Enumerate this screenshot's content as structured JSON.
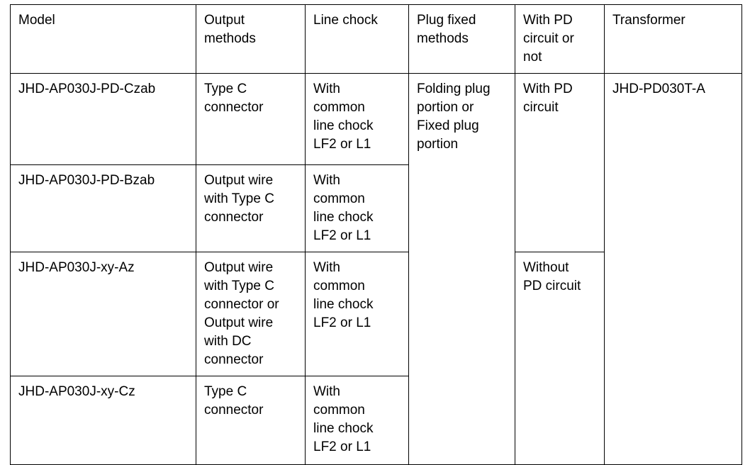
{
  "table": {
    "columns": [
      {
        "key": "model",
        "label": "Model"
      },
      {
        "key": "output",
        "label": "Output\nmethods"
      },
      {
        "key": "chock",
        "label": "Line chock"
      },
      {
        "key": "plug",
        "label": "Plug fixed\nmethods"
      },
      {
        "key": "pd",
        "label": "With PD\ncircuit or\nnot"
      },
      {
        "key": "trans",
        "label": "Transformer"
      }
    ],
    "rows": [
      {
        "model": "JHD-AP030J-PD-Czab",
        "output": "Type C\nconnector",
        "chock": "With\ncommon\nline chock\nLF2 or L1",
        "plug": "Folding plug\nportion or\nFixed plug\nportion",
        "pd": "With PD\ncircuit",
        "trans": "JHD-PD030T-A"
      },
      {
        "model": "JHD-AP030J-PD-Bzab",
        "output": "Output wire\nwith Type C\nconnector",
        "chock": "With\ncommon\nline chock\nLF2 or L1"
      },
      {
        "model": "JHD-AP030J-xy-Az",
        "output": "Output wire\nwith Type C\nconnector or\nOutput wire\nwith DC\nconnector",
        "chock": "With\ncommon\nline chock\nLF2 or L1",
        "pd": "Without\nPD circuit"
      },
      {
        "model": "JHD-AP030J-xy-Cz",
        "output": "Type C\nconnector",
        "chock": "With\ncommon\nline chock\nLF2 or L1"
      }
    ]
  },
  "style": {
    "border_color": "#000000",
    "text_color": "#000000",
    "background": "#ffffff"
  }
}
